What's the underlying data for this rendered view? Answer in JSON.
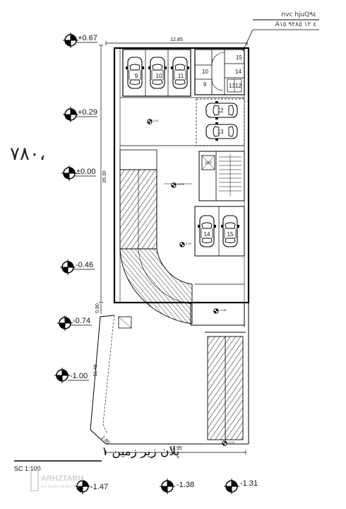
{
  "corner_stamp": {
    "line1": "nvc hjuQ٩٤",
    "line2": "A٤ ١٢ ٩٢٨٥ ١٥"
  },
  "handwritten_note": "٧٨٠،",
  "levels_left": [
    "+0.67",
    "+0.29",
    "±0.00",
    "-0.46",
    "-0.74",
    "-1.00"
  ],
  "levels_bottom": [
    "-1.47",
    "-1.38",
    "-1.31"
  ],
  "dimensions": {
    "top_width": "12.85",
    "bottom_width": "12.95",
    "depth": "26.30",
    "lower_depth": "11.49",
    "small_left": "0.90",
    "diagonal": "2.80"
  },
  "parking_spots": [
    "9",
    "10",
    "11",
    "12",
    "13",
    "14",
    "15"
  ],
  "service_labels": [
    "15",
    "10",
    "14",
    "9",
    "13",
    "12"
  ],
  "elevator_label": "ELV",
  "spot_levels": [
    "0.67",
    "0.29",
    "-0.46",
    "-0.74",
    "±0.00"
  ],
  "plan_title": "پلان زیر زمین ١",
  "scale_text": "SC 1:100",
  "watermark": {
    "brand": "ARHZTARH",
    "sub": "ALL RIGHT RESERVED"
  }
}
